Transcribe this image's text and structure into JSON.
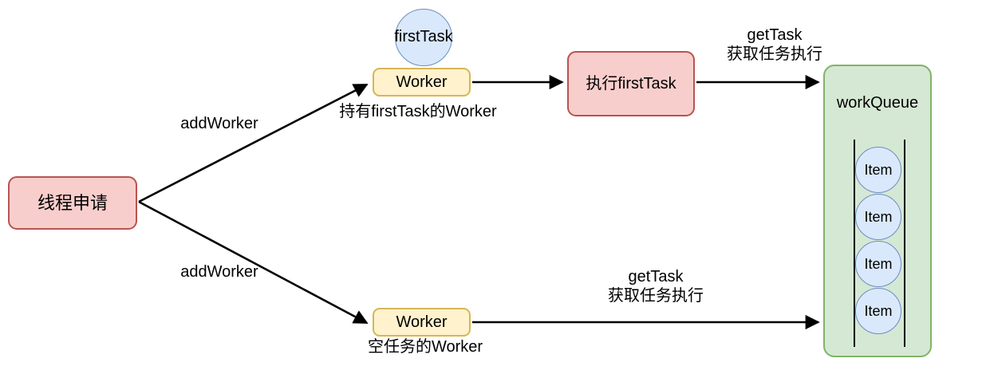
{
  "diagram": {
    "title": "Thread pool worker / workQueue flow diagram",
    "colors": {
      "pink_fill": "#f8cecc",
      "pink_stroke": "#b85450",
      "yellow_fill": "#fff2cc",
      "yellow_stroke": "#d6b656",
      "green_fill": "#d5e8d4",
      "green_stroke": "#82b366",
      "blue_fill": "#dae8fc",
      "blue_stroke": "#6c8ebf",
      "edge_stroke": "#000000",
      "background": "#ffffff"
    },
    "nodes": {
      "thread_request": "线程申请",
      "worker_top": "Worker",
      "worker_bottom": "Worker",
      "exec_first_task": "执行firstTask",
      "work_queue": "workQueue",
      "first_task": "firstTask"
    },
    "queue_items": [
      {
        "label": "Item"
      },
      {
        "label": "Item"
      },
      {
        "label": "Item"
      },
      {
        "label": "Item"
      }
    ],
    "edge_labels": {
      "add_worker_top": "addWorker",
      "add_worker_bottom": "addWorker",
      "holder_worker": "持有firstTask的Worker",
      "empty_worker": "空任务的Worker",
      "get_task_top": "getTask\n获取任务执行",
      "get_task_bottom": "getTask\n获取任务执行"
    }
  }
}
